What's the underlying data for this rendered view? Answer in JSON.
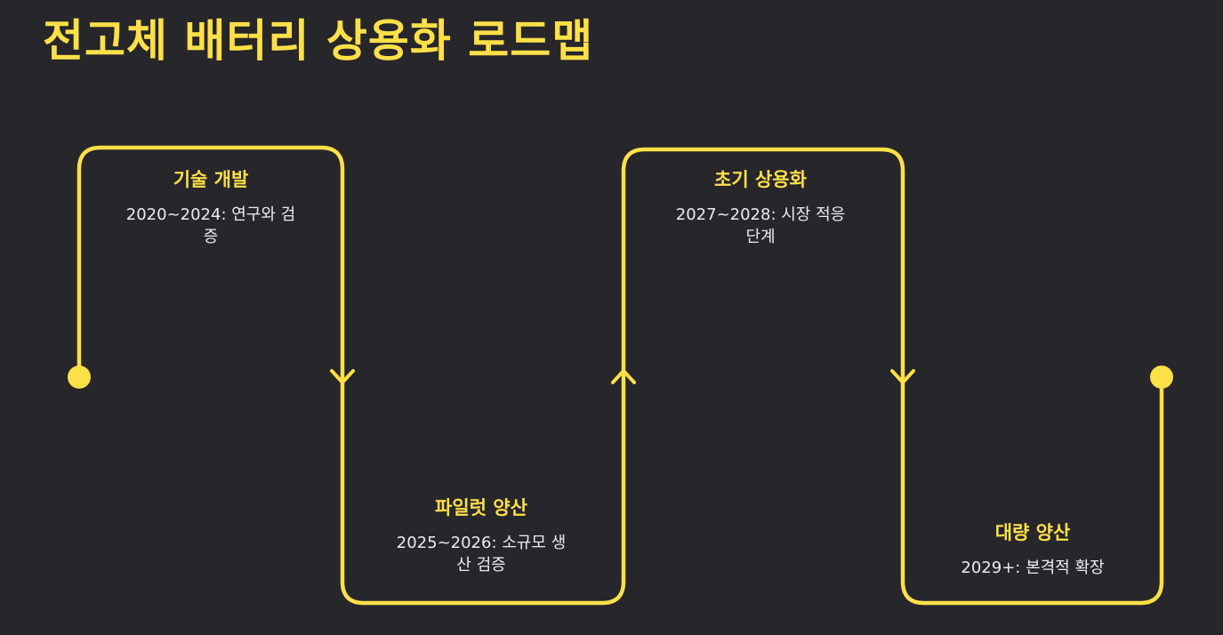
{
  "title": "전고체 배터리 상용화 로드맵",
  "accent_color": "#fde047",
  "background_color": "#27262b",
  "text_color": "#ececec",
  "stages": [
    {
      "title": "기술 개발",
      "description": "2020~2024: 연구와 검증"
    },
    {
      "title": "파일럿 양산",
      "description": "2025~2026: 소규모 생산 검증"
    },
    {
      "title": "초기 상용화",
      "description": "2027~2028: 시장 적응 단계"
    },
    {
      "title": "대량 양산",
      "description": "2029+: 본격적 확장"
    }
  ]
}
